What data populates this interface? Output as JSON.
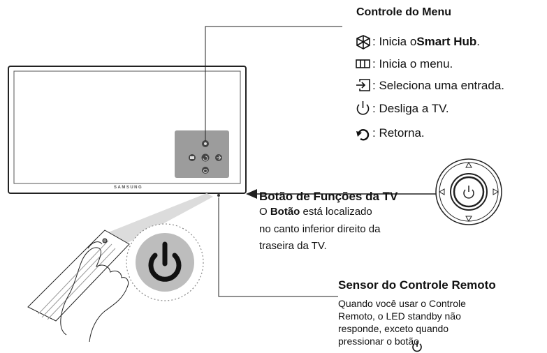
{
  "menu_control": {
    "title": "Controle do Menu",
    "items": [
      {
        "icon": "smart-hub-icon",
        "sep": ": Inicia o ",
        "bold": "Smart Hub",
        "tail": "."
      },
      {
        "icon": "menu-icon",
        "sep": ": Inicia o menu.",
        "bold": "",
        "tail": ""
      },
      {
        "icon": "source-icon",
        "sep": ": Seleciona uma entrada.",
        "bold": "",
        "tail": ""
      },
      {
        "icon": "power-icon",
        "sep": ": Desliga a TV.",
        "bold": "",
        "tail": ""
      },
      {
        "icon": "return-icon",
        "sep": ": Retorna.",
        "bold": "",
        "tail": ""
      }
    ]
  },
  "tv_function_button": {
    "title": "Botão de Funções da TV",
    "line1_pre": "O ",
    "line1_bold": "Botão",
    "line1_post": " está localizado",
    "line2": "no canto inferior direito da",
    "line3": "traseira da TV."
  },
  "remote_sensor": {
    "title": "Sensor do Controle Remoto",
    "line1": "Quando você usar o Controle",
    "line2": "Remoto, o LED standby não",
    "line3": "responde, exceto quando",
    "line4": "pressionar o botão "
  },
  "tv": {
    "brand": "SAMSUNG"
  }
}
